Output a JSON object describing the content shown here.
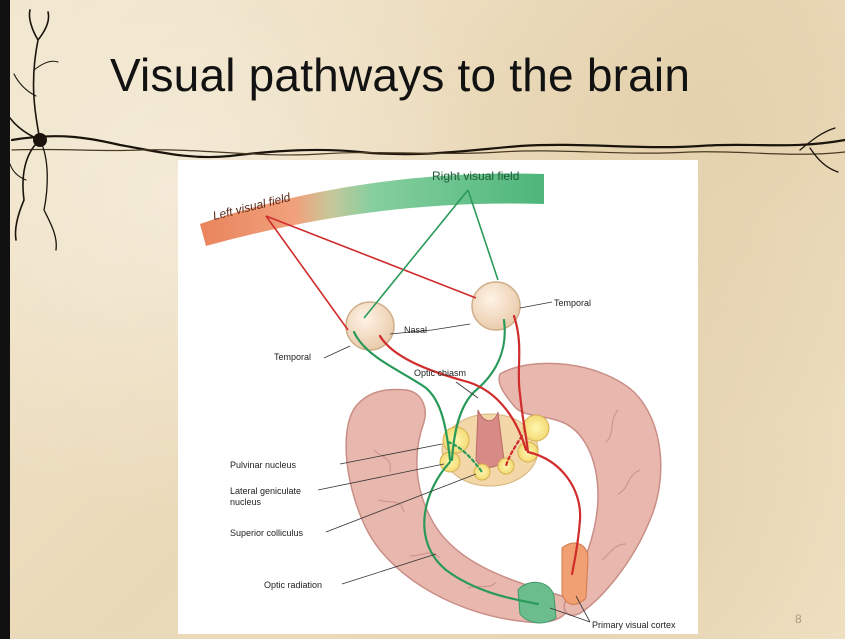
{
  "slide": {
    "title": "Visual pathways to the brain",
    "page_number": "8"
  },
  "figure": {
    "labels": {
      "left_visual_field": "Left visual field",
      "right_visual_field": "Right visual field",
      "temporal_right": "Temporal",
      "nasal": "Nasal",
      "temporal_left": "Temporal",
      "optic_chiasm": "Optic chiasm",
      "pulvinar_nucleus": "Pulvinar nucleus",
      "lateral_geniculate_line1": "Lateral geniculate",
      "lateral_geniculate_line2": "nucleus",
      "superior_colliculus": "Superior colliculus",
      "optic_radiation": "Optic radiation",
      "primary_visual_cortex": "Primary visual cortex"
    }
  },
  "colors": {
    "left_field": "#e8805a",
    "right_field": "#5fbf8a",
    "red_pathway": "#d02c2c",
    "green_pathway": "#2a9a5a",
    "brain_tissue": "#e8b7ad"
  }
}
